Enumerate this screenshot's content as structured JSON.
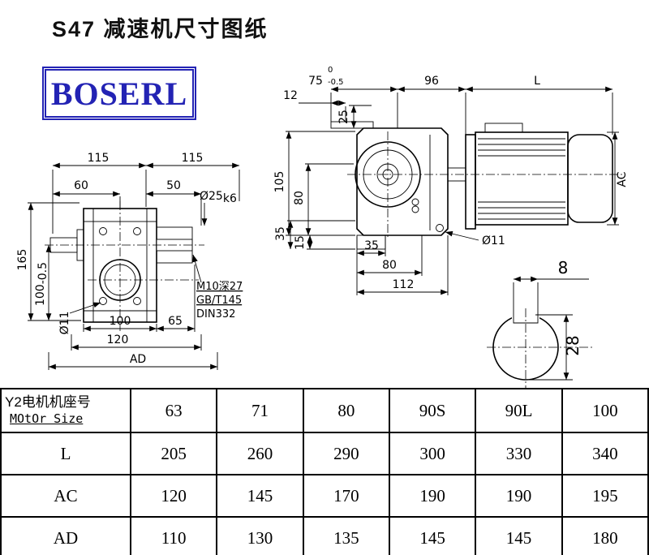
{
  "page": {
    "title": "S47 减速机尺寸图纸",
    "logo_text": "BOSERL"
  },
  "colors": {
    "logo_blue": "#2323b4",
    "line_black": "#000000"
  },
  "left_view": {
    "dim_115_left": "115",
    "dim_115_right": "115",
    "dim_60": "60",
    "dim_50": "50",
    "dia_output": "Ø25",
    "dia_output_suffix": "k6",
    "dim_165": "165",
    "dim_100v": "100",
    "dim_100v_tol": "-0.5",
    "dia_hole": "Ø11",
    "dim_100b": "100",
    "dim_65": "65",
    "dim_120": "120",
    "dim_ad": "AD",
    "note_line1": "M10深27",
    "note_line2": "GB/T145",
    "note_line3": "DIN332"
  },
  "right_view": {
    "dim_75": "75",
    "dim_75_tol_upper": "0",
    "dim_75_tol_lower": "-0.5",
    "dim_96": "96",
    "dim_L": "L",
    "dim_12": "12",
    "dim_25": "25",
    "dim_105": "105",
    "dim_80_side": "80",
    "dim_35_side": "35",
    "dim_15": "15",
    "dim_35_bottom": "35",
    "dim_80_bottom": "80",
    "dim_112": "112",
    "dia_hole": "Ø11",
    "dim_ac": "AC"
  },
  "shaft_detail": {
    "dim_key_width": "8",
    "dim_height": "28"
  },
  "table": {
    "header_cn": "Y2电机机座号",
    "header_en": "MOtOr Size",
    "sizes": [
      "63",
      "71",
      "80",
      "90S",
      "90L",
      "100"
    ],
    "rows": [
      {
        "label": "L",
        "values": [
          "205",
          "260",
          "290",
          "300",
          "330",
          "340"
        ]
      },
      {
        "label": "AC",
        "values": [
          "120",
          "145",
          "170",
          "190",
          "190",
          "195"
        ]
      },
      {
        "label": "AD",
        "values": [
          "110",
          "130",
          "135",
          "145",
          "145",
          "180"
        ]
      }
    ]
  }
}
